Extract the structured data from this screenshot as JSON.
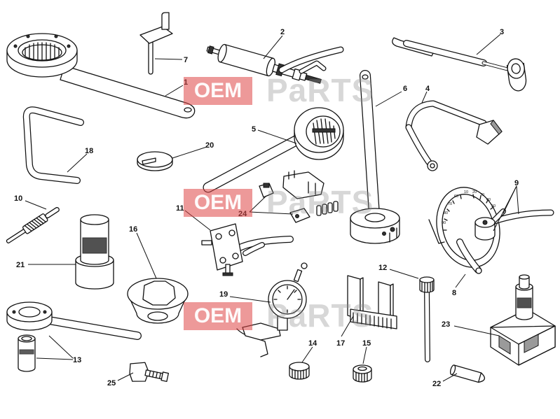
{
  "diagram": {
    "callouts": {
      "c1": "1",
      "c2": "2",
      "c3": "3",
      "c4": "4",
      "c5": "5",
      "c6": "6",
      "c7": "7",
      "c8": "8",
      "c9": "9",
      "c10": "10",
      "c11": "11",
      "c12": "12",
      "c13": "13",
      "c14": "14",
      "c15": "15",
      "c16": "16",
      "c17": "17",
      "c18": "18",
      "c19": "19",
      "c20": "20",
      "c21": "21",
      "c22": "22",
      "c23": "23",
      "c24": "24",
      "c25": "25"
    },
    "gauge_scale": [
      "10",
      "20",
      "30",
      "40",
      "50",
      "60",
      "70",
      "80",
      "90"
    ]
  },
  "watermark": {
    "left": "OEM",
    "right": "PaRTS"
  },
  "colors": {
    "line": "#111111",
    "background": "#ffffff",
    "watermark_red": "#de4646",
    "watermark_gray": "#8c8c8c"
  }
}
